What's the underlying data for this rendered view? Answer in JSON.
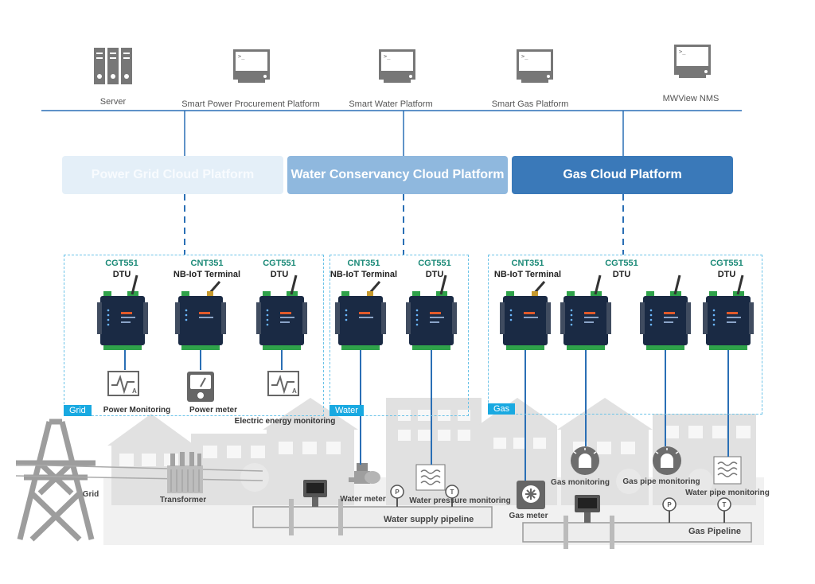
{
  "top_nodes": [
    {
      "label": "Server",
      "icon": "server-icon"
    },
    {
      "label": "Smart Power Procurement Platform",
      "icon": "monitor-icon"
    },
    {
      "label": "Smart Water Platform",
      "icon": "monitor-icon"
    },
    {
      "label": "Smart Gas Platform",
      "icon": "monitor-icon"
    },
    {
      "label": "MWView NMS",
      "icon": "monitor-icon"
    }
  ],
  "platforms": [
    {
      "label": "Power Grid Cloud Platform",
      "color": "#e4eff8"
    },
    {
      "label": "Water Conservancy Cloud Platform",
      "color": "#8fb8de"
    },
    {
      "label": "Gas Cloud Platform",
      "color": "#3a79b9"
    }
  ],
  "regions": {
    "grid": {
      "tag": "Grid"
    },
    "water": {
      "tag": "Water"
    },
    "gas": {
      "tag": "Gas"
    }
  },
  "devices": [
    {
      "model": "CGT551",
      "type": "DTU"
    },
    {
      "model": "CNT351",
      "type": "NB-IoT Terminal"
    },
    {
      "model": "CGT551",
      "type": "DTU"
    },
    {
      "model": "CNT351",
      "type": "NB-IoT Terminal"
    },
    {
      "model": "CGT551",
      "type": "DTU"
    },
    {
      "model": "CNT351",
      "type": "NB-IoT Terminal"
    },
    {
      "model": "CGT551",
      "type": "DTU"
    },
    {
      "model": "CGT551",
      "type": "DTU"
    },
    {
      "model": "CGT551",
      "type": "DTU"
    }
  ],
  "grid_devices": {
    "power_monitoring": "Power Monitoring",
    "power_meter": "Power meter",
    "electric_energy_monitoring": "Electric energy monitoring"
  },
  "scene": {
    "grid": "Grid",
    "transformer": "Transformer",
    "water_meter": "Water meter",
    "water_pressure_monitoring": "Water pressure monitoring",
    "water_supply_pipeline": "Water supply pipeline",
    "gas_meter": "Gas meter",
    "gas_monitoring": "Gas monitoring",
    "gas_pipe_monitoring": "Gas pipe monitoring",
    "water_pipe_monitoring": "Water pipe monitoring",
    "gas_pipeline": "Gas Pipeline"
  },
  "colors": {
    "bus_line": "#2a6fb5",
    "region_border": "#6cc3e8",
    "model_text": "#1c8a78",
    "scene_gray": "#d6d6d6"
  }
}
